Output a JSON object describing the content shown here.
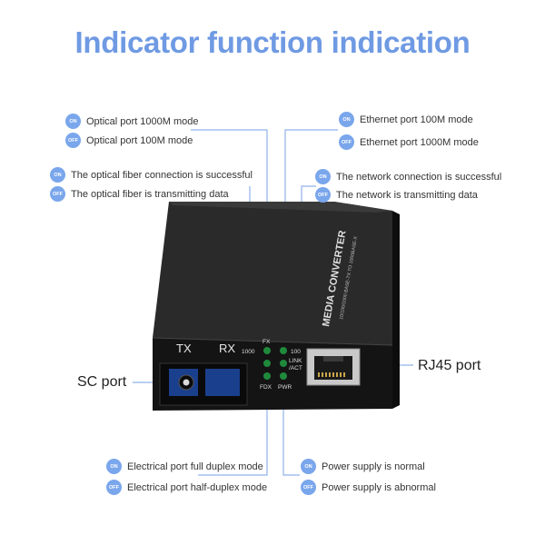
{
  "title": "Indicator function indication",
  "colors": {
    "accent": "#6f9ae3",
    "badge": "#7aa6ec",
    "device": "#1b1b1b",
    "led": "#1f8a3c",
    "line": "#8fb2ea"
  },
  "notes": {
    "fx": {
      "on": "Optical port 1000M mode",
      "off": "Optical port 100M mode"
    },
    "fiber": {
      "on": "The optical fiber connection is successful",
      "off": "The optical fiber is transmitting data"
    },
    "speed": {
      "on": "Ethernet port 100M mode",
      "off": "Ethernet port 1000M mode"
    },
    "link": {
      "on": "The network connection is successful",
      "off": "The network is transmitting data"
    },
    "fdx": {
      "on": "Electrical port full duplex mode",
      "off": "Electrical port half-duplex mode"
    },
    "pwr": {
      "on": "Power supply is normal",
      "off": "Power supply is abnormal"
    }
  },
  "badges": {
    "on": "ON",
    "off": "OFF"
  },
  "device": {
    "brand": "MEDIA CONVERTER",
    "subtitle": "10/100/1000 BASE-TX TO 1000BASE-X",
    "tx": "TX",
    "rx": "RX",
    "led_labels": {
      "fx": "FX",
      "s1000": "1000",
      "s100": "100",
      "link": "LINK",
      "act": "/ACT",
      "fdx": "FDX",
      "pwr": "PWR"
    }
  },
  "ports": {
    "sc": "SC port",
    "rj45": "RJ45 port"
  }
}
